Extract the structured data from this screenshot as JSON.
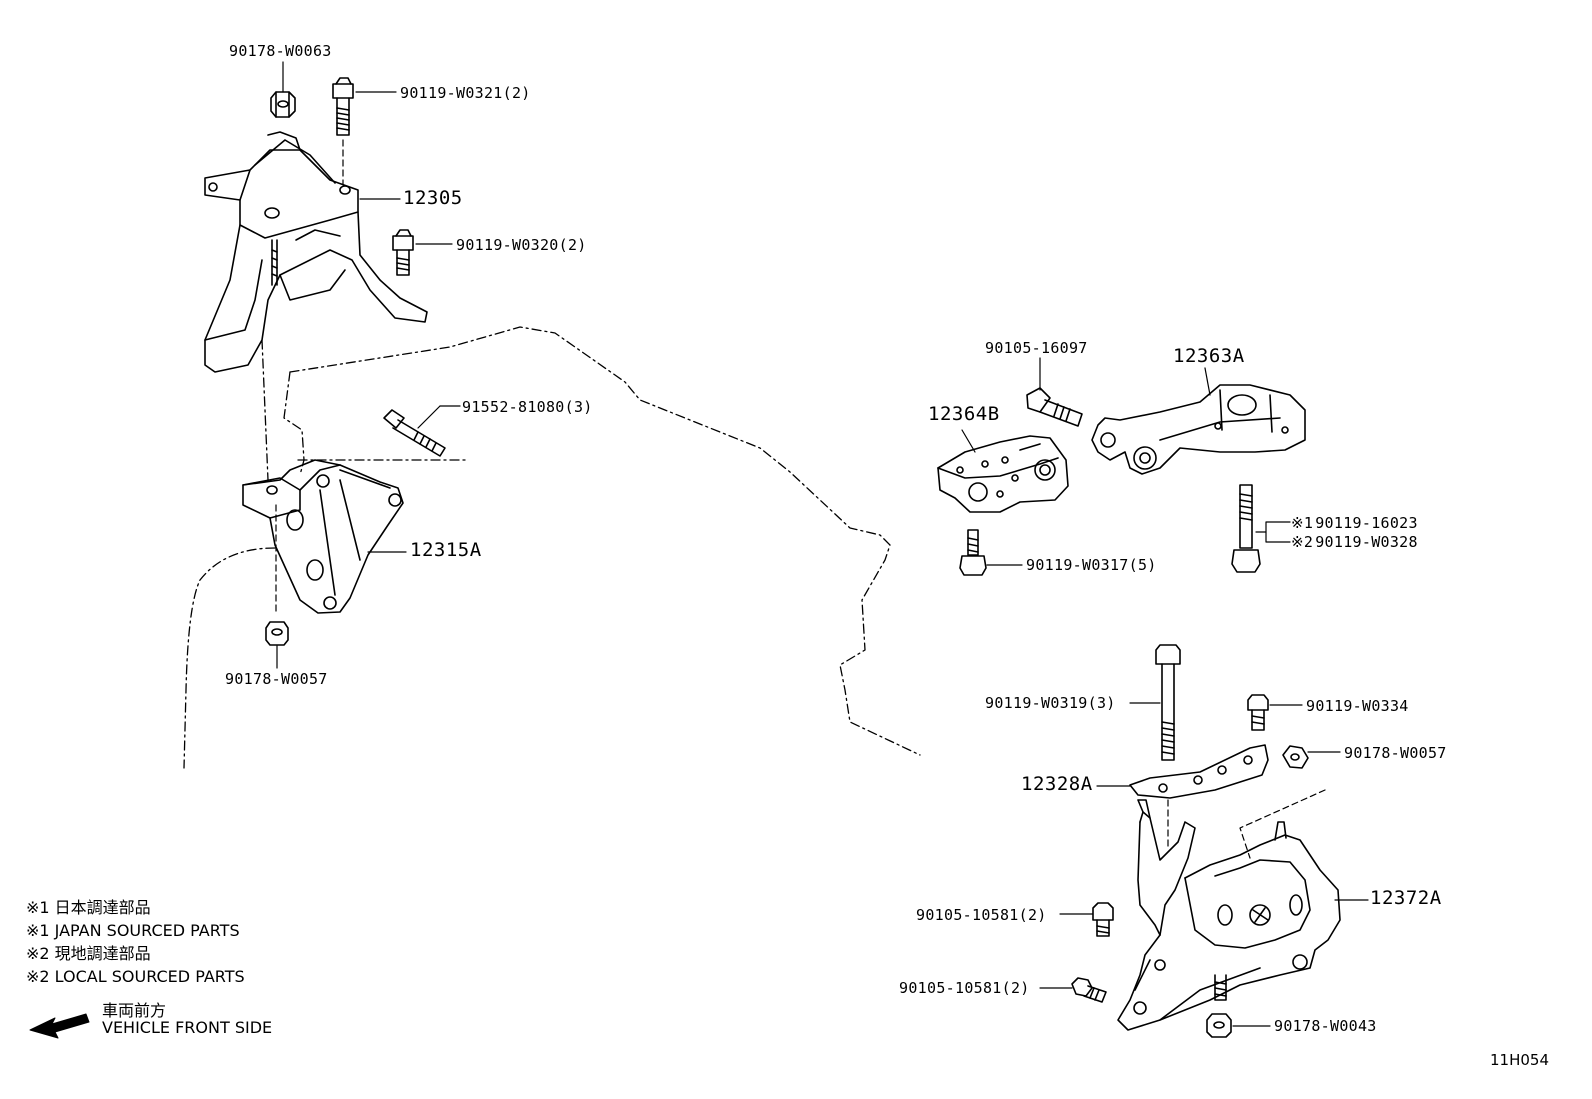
{
  "diagram": {
    "parts": {
      "p_90178_W0063": "90178-W0063",
      "p_90119_W0321": "90119-W0321(2)",
      "p_12305": "12305",
      "p_90119_W0320": "90119-W0320(2)",
      "p_91552_81080": "91552-81080(3)",
      "p_12315A": "12315A",
      "p_90178_W0057_left": "90178-W0057",
      "p_90105_16097": "90105-16097",
      "p_12363A": "12363A",
      "p_12364B": "12364B",
      "p_90119_16023": "90119-16023",
      "p_90119_W0328": "90119-W0328",
      "p_90119_W0317": "90119-W0317(5)",
      "p_90119_W0319": "90119-W0319(3)",
      "p_90119_W0334": "90119-W0334",
      "p_90178_W0057_right": "90178-W0057",
      "p_12328A": "12328A",
      "p_12372A": "12372A",
      "p_90105_10581_a": "90105-10581(2)",
      "p_90105_10581_b": "90105-10581(2)",
      "p_90178_W0043": "90178-W0043",
      "mark_1": "※1",
      "mark_2": "※2"
    },
    "notes": [
      "※1 日本調達部品",
      "※1 JAPAN SOURCED PARTS",
      "※2 現地調達部品",
      "※2 LOCAL SOURCED PARTS"
    ],
    "front": {
      "label_jp": "車両前方",
      "label_en": "VEHICLE FRONT SIDE"
    },
    "figure_code": "11H054"
  }
}
